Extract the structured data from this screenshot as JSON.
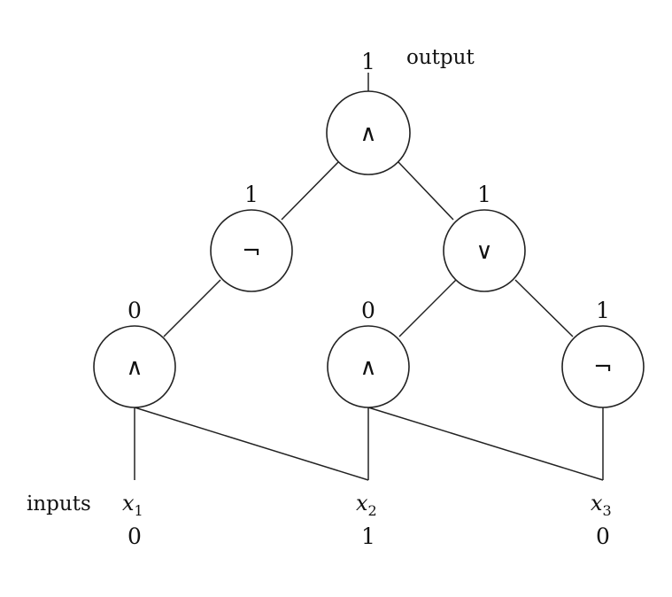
{
  "output_label": "output",
  "inputs_label": "inputs",
  "gates": [
    {
      "id": "g-top",
      "symbol": "∧",
      "value": "1"
    },
    {
      "id": "g-not-left",
      "symbol": "¬",
      "value": "1"
    },
    {
      "id": "g-or-right",
      "symbol": "∨",
      "value": "1"
    },
    {
      "id": "g-and-left",
      "symbol": "∧",
      "value": "0"
    },
    {
      "id": "g-and-mid",
      "symbol": "∧",
      "value": "0"
    },
    {
      "id": "g-not-right",
      "symbol": "¬",
      "value": "1"
    }
  ],
  "inputs": [
    {
      "name": "x",
      "sub": "1",
      "value": "0"
    },
    {
      "name": "x",
      "sub": "2",
      "value": "1"
    },
    {
      "name": "x",
      "sub": "3",
      "value": "0"
    }
  ]
}
